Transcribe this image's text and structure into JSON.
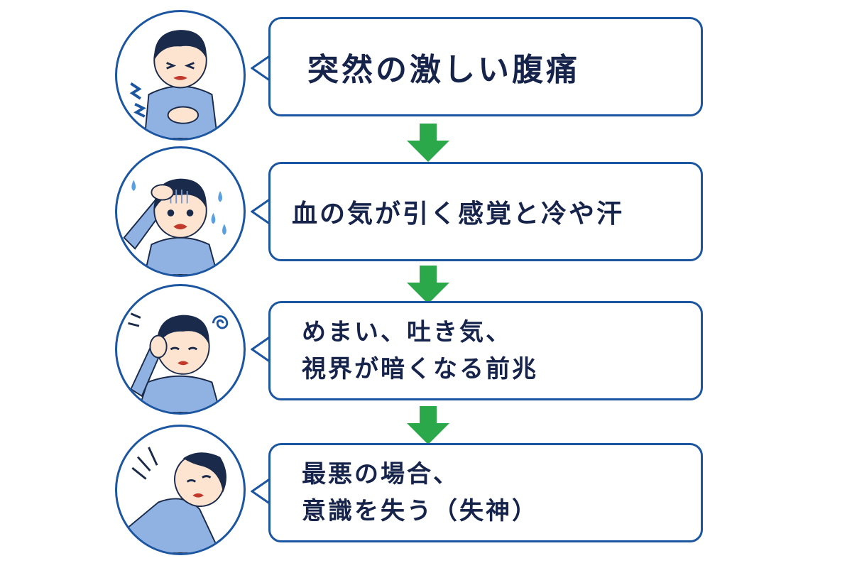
{
  "steps": [
    {
      "lines": [
        "突然の激しい腹痛"
      ],
      "illustration": "boy-holding-stomach"
    },
    {
      "lines": [
        "血の気が引く感覚と冷や汗"
      ],
      "illustration": "boy-pale-sweating"
    },
    {
      "lines": [
        "めまい、吐き気、",
        "視界が暗くなる前兆"
      ],
      "illustration": "boy-dizzy-nauseous"
    },
    {
      "lines": [
        "最悪の場合、",
        "意識を失う（失神）"
      ],
      "illustration": "boy-collapsed"
    }
  ],
  "colors": {
    "border": "#1c56a0",
    "text": "#16234a",
    "arrow": "#2aa84a",
    "skin": "#fde4d0",
    "shirt": "#8fb2e2",
    "hair": "#1a2a4a"
  },
  "icons": [
    "down-arrow-icon",
    "pain-zigzag-icon",
    "sweat-drop-icon",
    "dizzy-swirl-icon"
  ]
}
